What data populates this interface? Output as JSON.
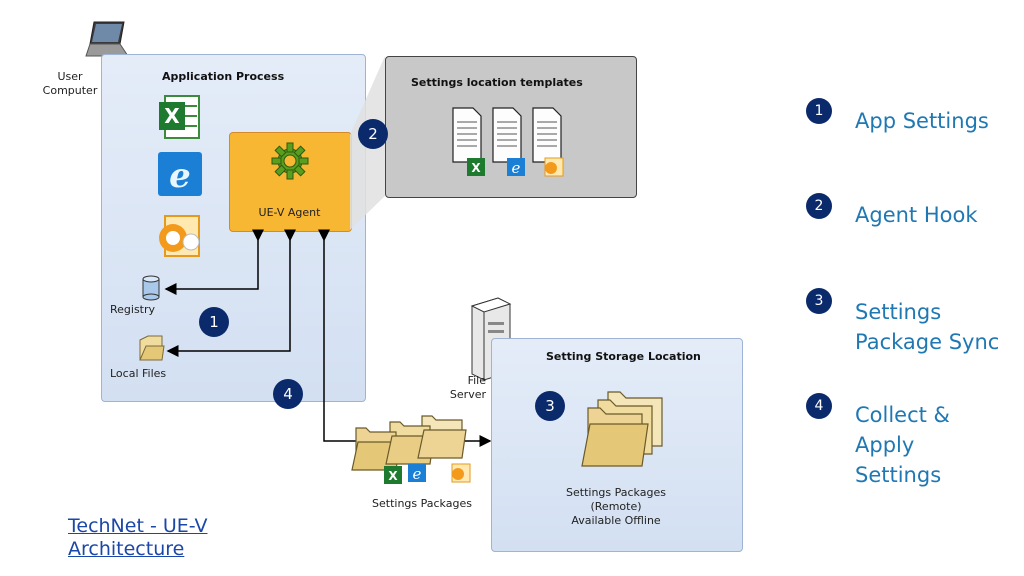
{
  "diagram": {
    "user_computer_label": [
      "User",
      "Computer"
    ],
    "application_process_title": "Application Process",
    "agent_label": "UE-V Agent",
    "templates_title": "Settings location templates",
    "registry_label": "Registry",
    "local_files_label": "Local Files",
    "file_server_label": [
      "File",
      "Server"
    ],
    "storage_title": "Setting Storage Location",
    "settings_packages_label": "Settings Packages",
    "remote_packages_label": [
      "Settings Packages",
      "(Remote)",
      "Available Offline"
    ],
    "markers": [
      "1",
      "2",
      "3",
      "4"
    ]
  },
  "legend": [
    {
      "num": "1",
      "lines": [
        "App Settings"
      ]
    },
    {
      "num": "2",
      "lines": [
        "Agent Hook"
      ]
    },
    {
      "num": "3",
      "lines": [
        "Settings",
        "Package Sync"
      ]
    },
    {
      "num": "4",
      "lines": [
        "Collect &",
        "Apply",
        "Settings"
      ]
    }
  ],
  "link": {
    "lines": [
      "TechNet - UE-V",
      "Architecture"
    ]
  },
  "colors": {
    "marker_fill": "#0a2a6b",
    "legend_text": "#1f78b4",
    "link_text": "#1a47a8",
    "panel_fill": "#dbe5f3",
    "agent_fill": "#f7b733",
    "templates_fill": "#c8c8c8"
  }
}
